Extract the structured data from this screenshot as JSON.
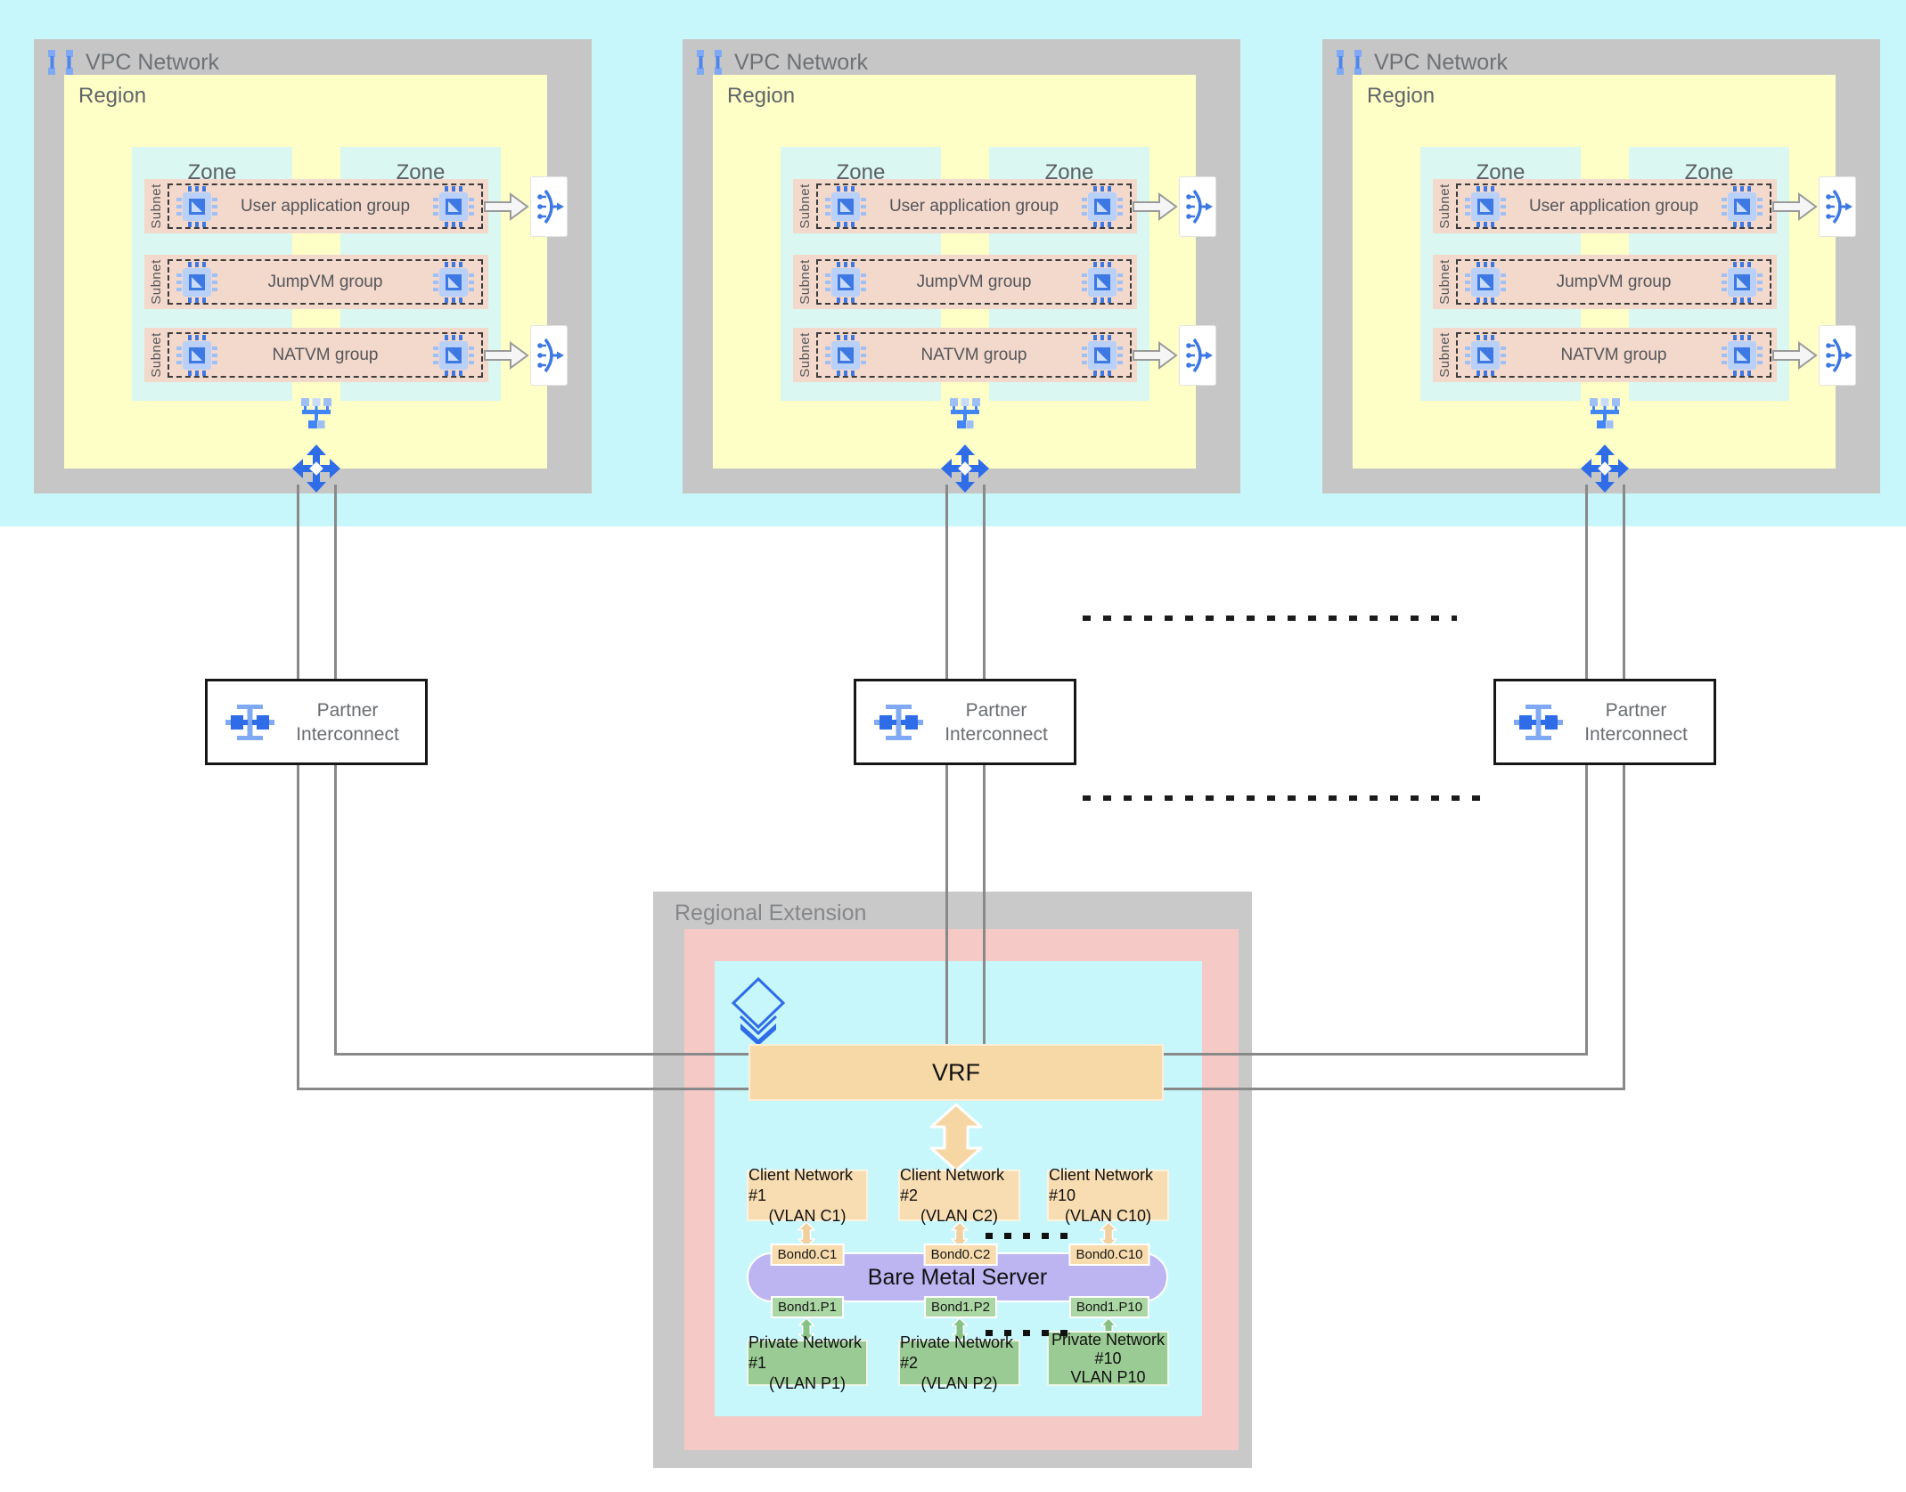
{
  "colors": {
    "top_band": "#c8f7fb",
    "vpc_box": "#c6c6c6",
    "region": "#fdffc7",
    "zone": "#daf7f1",
    "subnet": "#f3d8cc",
    "accent_blue": "#3d78e3",
    "line_gray": "#898989",
    "re_pink": "#f5c9c6",
    "re_cyan": "#c8f7fb",
    "vrf_bar": "#f7d9a8",
    "client_box": "#f8ddb2",
    "server_pill": "#bcb5f1",
    "private_box": "#9bcb94",
    "bond_client": "#f8dcae",
    "bond_private": "#abd7a4"
  },
  "icons": {
    "vpc": "vpc-network-brackets",
    "vm": "compute-engine-chip",
    "lb": "load-balancer",
    "hub": "vpc-subnet-hub",
    "router": "cloud-router-arrows",
    "interconnect": "partner-interconnect",
    "layers": "stacked-diamond-layers"
  },
  "vpc_networks": [
    {
      "title": "VPC Network",
      "region": {
        "label": "Region",
        "zones": [
          {
            "label": "Zone"
          },
          {
            "label": "Zone"
          }
        ],
        "subnets": [
          {
            "label": "Subnet",
            "group": "User application group"
          },
          {
            "label": "Subnet",
            "group": "JumpVM group"
          },
          {
            "label": "Subnet",
            "group": "NATVM group"
          }
        ]
      }
    },
    {
      "title": "VPC Network",
      "region": {
        "label": "Region",
        "zones": [
          {
            "label": "Zone"
          },
          {
            "label": "Zone"
          }
        ],
        "subnets": [
          {
            "label": "Subnet",
            "group": "User application group"
          },
          {
            "label": "Subnet",
            "group": "JumpVM group"
          },
          {
            "label": "Subnet",
            "group": "NATVM group"
          }
        ]
      }
    },
    {
      "title": "VPC Network",
      "region": {
        "label": "Region",
        "zones": [
          {
            "label": "Zone"
          },
          {
            "label": "Zone"
          }
        ],
        "subnets": [
          {
            "label": "Subnet",
            "group": "User application group"
          },
          {
            "label": "Subnet",
            "group": "JumpVM group"
          },
          {
            "label": "Subnet",
            "group": "NATVM group"
          }
        ]
      }
    }
  ],
  "interconnects": [
    {
      "label": "Partner Interconnect"
    },
    {
      "label": "Partner Interconnect"
    },
    {
      "label": "Partner Interconnect"
    }
  ],
  "regional_extension": {
    "label": "Regional Extension",
    "vrf_label": "VRF",
    "client_networks": [
      {
        "name": "Client Network #1",
        "vlan": "(VLAN C1)"
      },
      {
        "name": "Client Network #2",
        "vlan": "(VLAN C2)"
      },
      {
        "name": "Client Network #10",
        "vlan": "(VLAN C10)"
      }
    ],
    "bonds_client": [
      "Bond0.C1",
      "Bond0.C2",
      "Bond0.C10"
    ],
    "server_label": "Bare Metal Server",
    "bonds_private": [
      "Bond1.P1",
      "Bond1.P2",
      "Bond1.P10"
    ],
    "private_networks": [
      {
        "l1": "Private Network #1",
        "l2": "(VLAN P1)",
        "l3": ""
      },
      {
        "l1": "Private Network #2",
        "l2": "(VLAN P2)",
        "l3": ""
      },
      {
        "l1": "Private Network",
        "l2": "#10",
        "l3": "VLAN P10"
      }
    ]
  }
}
